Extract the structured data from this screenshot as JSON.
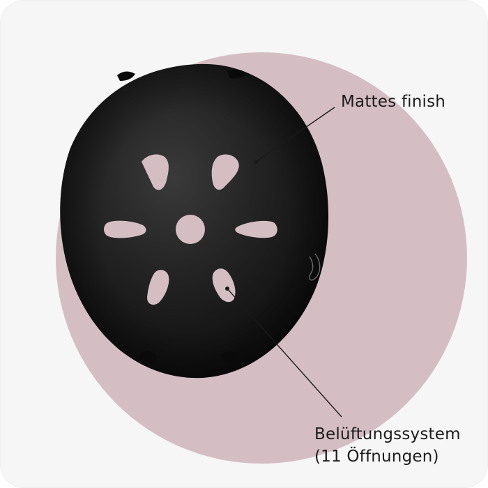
{
  "callouts": {
    "finish": "Mattes finish",
    "ventilation_line1": "Belüftungssystem",
    "ventilation_line2": "(11 Öffnungen)"
  },
  "colors": {
    "card_background": "#f6f6f6",
    "accent_circle": "#d4bec4",
    "helmet": "#1a1a1a",
    "text": "#1c1c1c"
  },
  "product": {
    "name": "black matte helmet",
    "vent_count": 11
  }
}
